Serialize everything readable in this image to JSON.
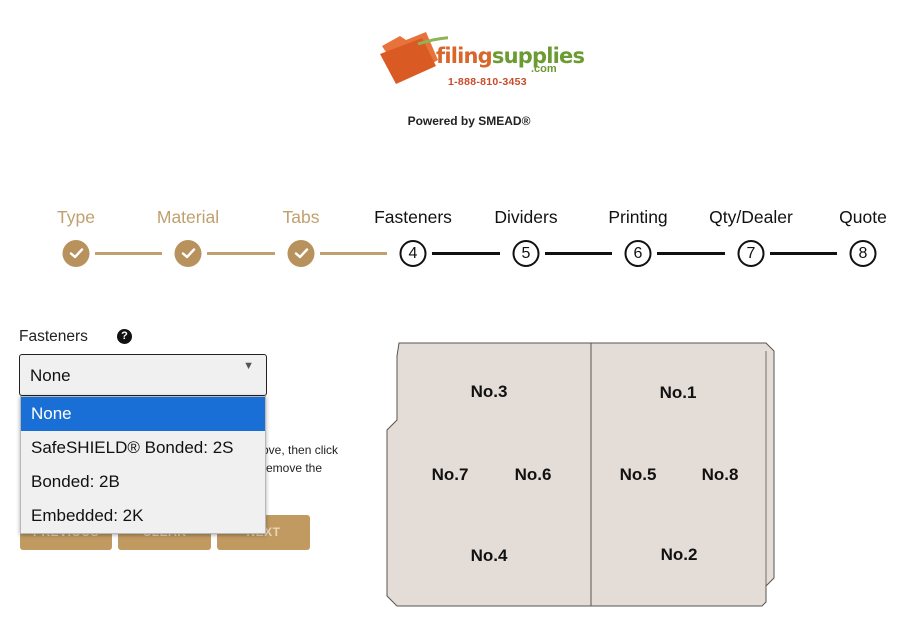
{
  "brand": {
    "logo_word_part1": "filing",
    "logo_word_part2": "supplies",
    "logo_suffix": ".com",
    "phone": "1-888-810-3453",
    "powered_by": "Powered by SMEAD®",
    "colors": {
      "orange": "#d9662a",
      "green": "#6b9b32",
      "gold": "#c0a06e"
    }
  },
  "stepper": {
    "steps": [
      {
        "label": "Type",
        "status": "complete",
        "icon": "check-icon"
      },
      {
        "label": "Material",
        "status": "complete",
        "icon": "check-icon"
      },
      {
        "label": "Tabs",
        "status": "complete",
        "icon": "check-icon"
      },
      {
        "label": "Fasteners",
        "status": "current",
        "number": "4"
      },
      {
        "label": "Dividers",
        "status": "pending",
        "number": "5"
      },
      {
        "label": "Printing",
        "status": "pending",
        "number": "6"
      },
      {
        "label": "Qty/Dealer",
        "status": "pending",
        "number": "7"
      },
      {
        "label": "Quote",
        "status": "pending",
        "number": "8"
      }
    ]
  },
  "form": {
    "field_label": "Fasteners",
    "help_icon": "question-circle-icon",
    "selected_value": "None",
    "options": [
      {
        "label": "None",
        "highlighted": true
      },
      {
        "label": "SafeSHIELD® Bonded: 2S",
        "highlighted": false
      },
      {
        "label": "Bonded: 2B",
        "highlighted": false
      },
      {
        "label": "Embedded: 2K",
        "highlighted": false
      }
    ],
    "hint_line1": "ove, then click",
    "hint_line2": "remove the",
    "buttons": {
      "previous": "PREVIOUS",
      "clear": "CLEAR",
      "next": "NEXT"
    }
  },
  "folder": {
    "positions": {
      "no1": "No.1",
      "no2": "No.2",
      "no3": "No.3",
      "no4": "No.4",
      "no5": "No.5",
      "no6": "No.6",
      "no7": "No.7",
      "no8": "No.8"
    }
  }
}
